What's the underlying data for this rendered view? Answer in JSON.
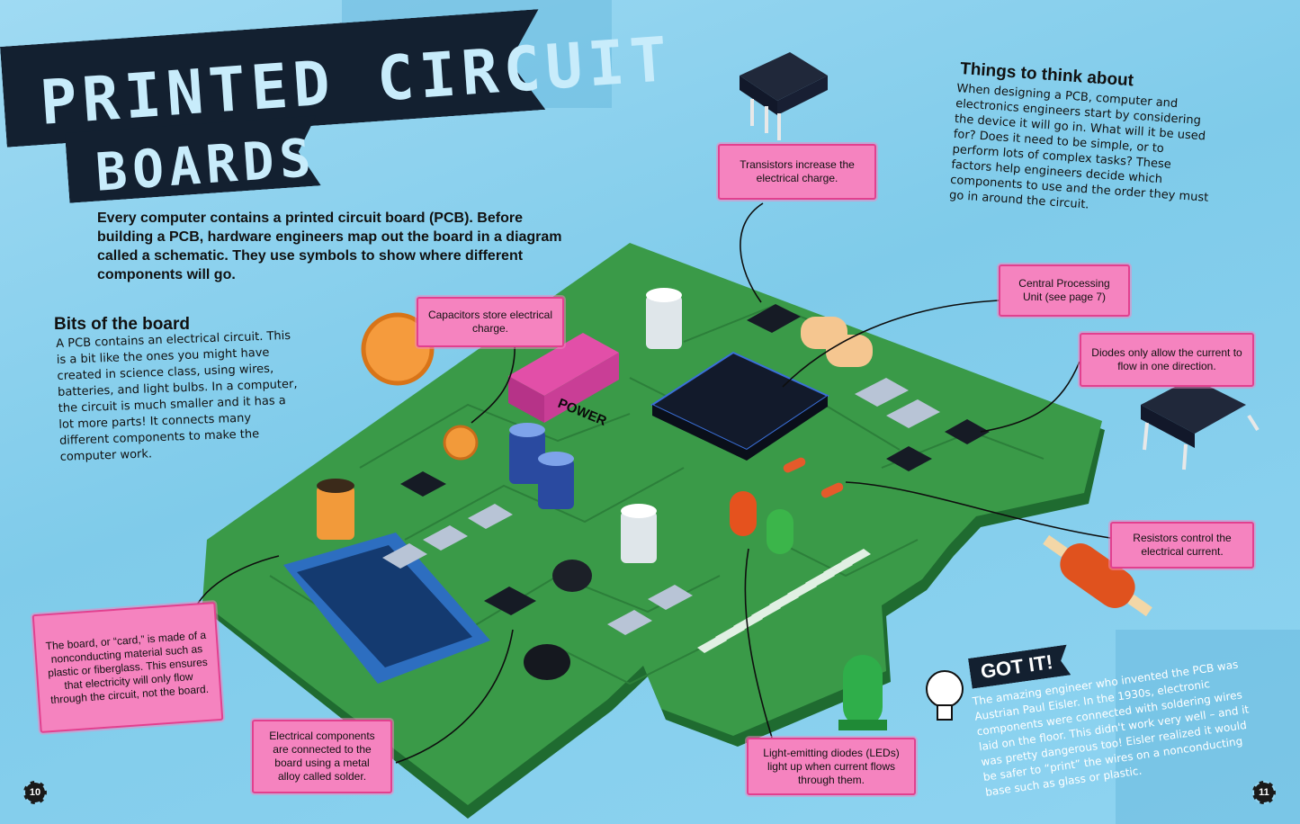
{
  "title": {
    "line1": "PRINTED CIRCUIT",
    "line2": "BOARDS"
  },
  "intro": "Every computer contains a printed circuit board (PCB). Before building a PCB, hardware engineers map out the board in a diagram called a schematic. They use symbols to show where different components will go.",
  "bits": {
    "heading": "Bits of the board",
    "text": "A PCB contains an electrical circuit. This is a bit like the ones you might have created in science class, using wires, batteries, and light bulbs. In a computer, the circuit is much smaller and it has a lot more parts! It connects many different components to make the computer work."
  },
  "things": {
    "heading": "Things to think about",
    "text": "When designing a PCB, computer and electronics engineers start by considering the device it will go in. What will it be used for? Does it need to be simple, or to perform lots of complex tasks? These factors help engineers decide which components to use and the order they must go in around the circuit."
  },
  "board_label": "POWER",
  "callouts": {
    "transistors": "Transistors increase the electrical charge.",
    "capacitors": "Capacitors store electrical charge.",
    "cpu": "Central Processing Unit (see page 7)",
    "diodes": "Diodes only allow the current to flow in one direction.",
    "resistors": "Resistors control the electrical current.",
    "card": "The board, or “card,” is made of a nonconducting material such as plastic or fiberglass. This ensures that electricity will only flow through the circuit, not the board.",
    "solder": "Electrical components are connected to the board using a metal alloy called solder.",
    "leds": "Light-emitting diodes (LEDs) light up when current flows through them."
  },
  "gotit": {
    "badge": "GOT IT!",
    "text": "The amazing engineer who invented the PCB was Austrian Paul Eisler. In the 1930s, electronic components were connected with soldering wires laid on the floor. This didn't work very well – and it was pretty dangerous too! Eisler realized it would be safer to “print” the wires on a nonconducting base such as glass or plastic."
  },
  "page_numbers": {
    "left": "10",
    "right": "11"
  },
  "colors": {
    "background": "#8fd3f0",
    "board": "#3a9a48",
    "callout": "#f583bf",
    "banner": "#132030"
  }
}
